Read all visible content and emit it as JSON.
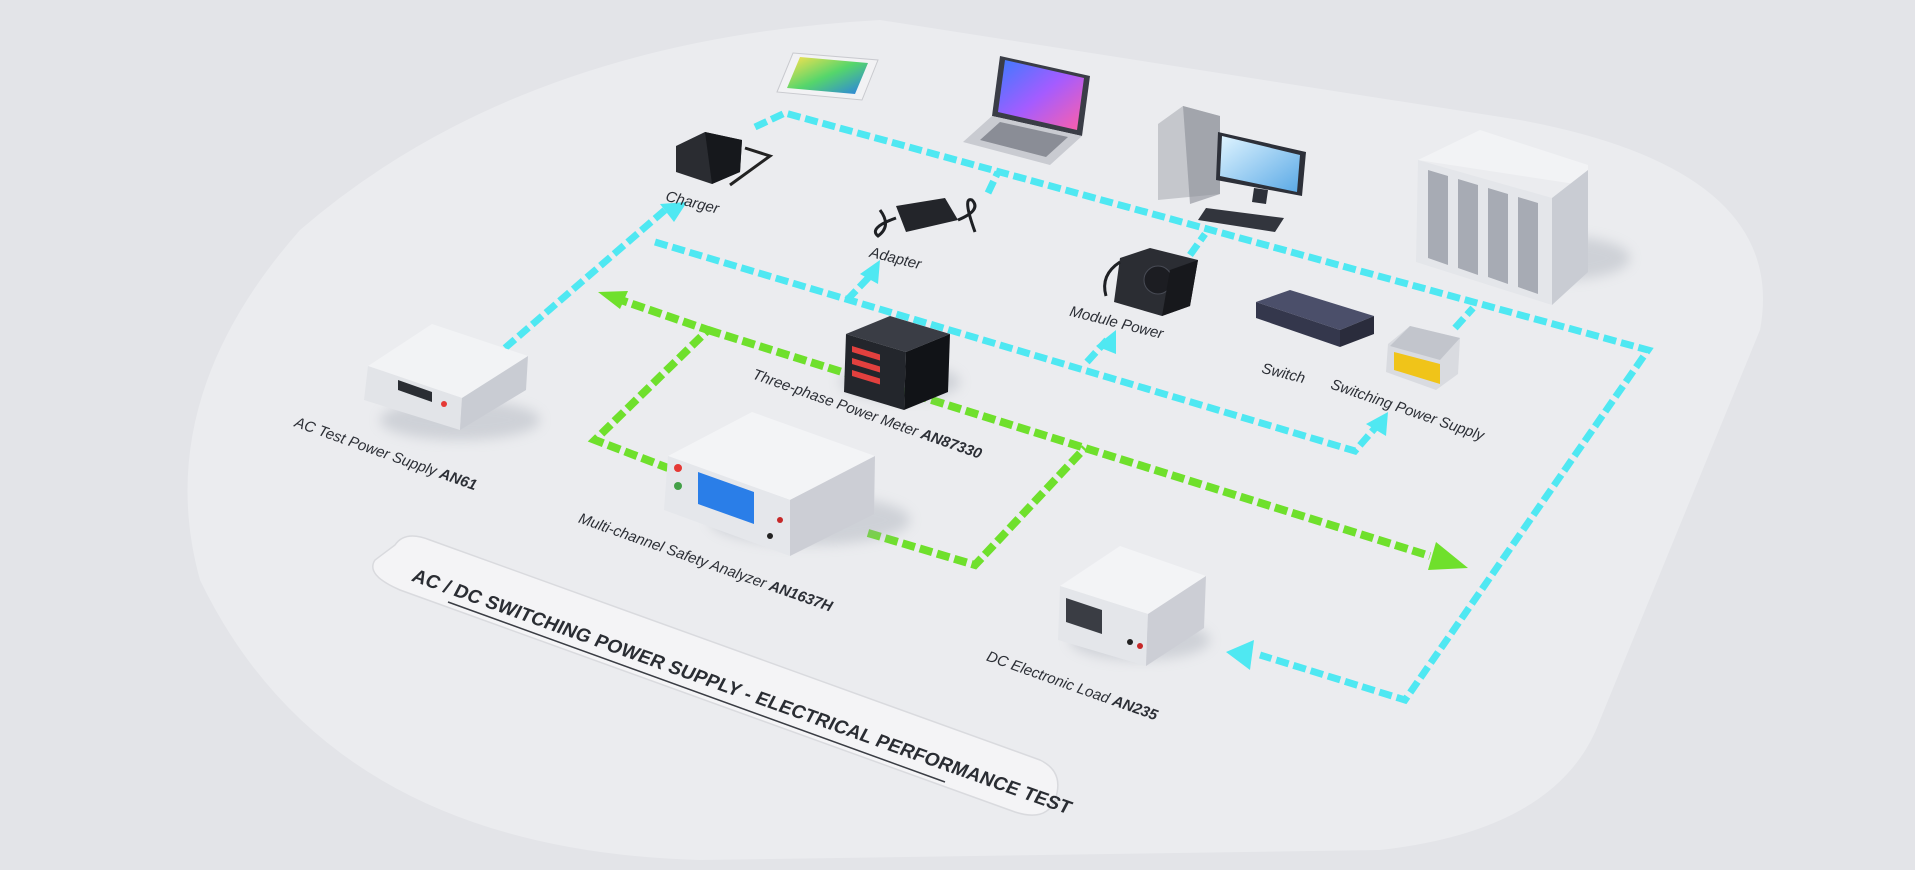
{
  "title": "AC / DC SWITCHING POWER SUPPLY - ELECTRICAL PERFORMANCE TEST",
  "devices": {
    "charger": "Charger",
    "adapter": "Adapter",
    "module_power": "Module Power",
    "switch": "Switch",
    "switching_power_supply": "Switching Power Supply",
    "power_meter": {
      "name": "Three-phase Power Meter",
      "model": "AN87330"
    },
    "ac_source": {
      "name": "AC Test Power Supply",
      "model": "AN61"
    },
    "safety_analyzer": {
      "name": "Multi-channel Safety Analyzer",
      "model": "AN1637H"
    },
    "dc_load": {
      "name": "DC Electronic Load",
      "model": "AN235"
    }
  },
  "colors": {
    "cyan_flow": "#4fe8f2",
    "green_flow": "#6fe02c",
    "background": "#e3e4e8",
    "platform": "#ebecef"
  }
}
